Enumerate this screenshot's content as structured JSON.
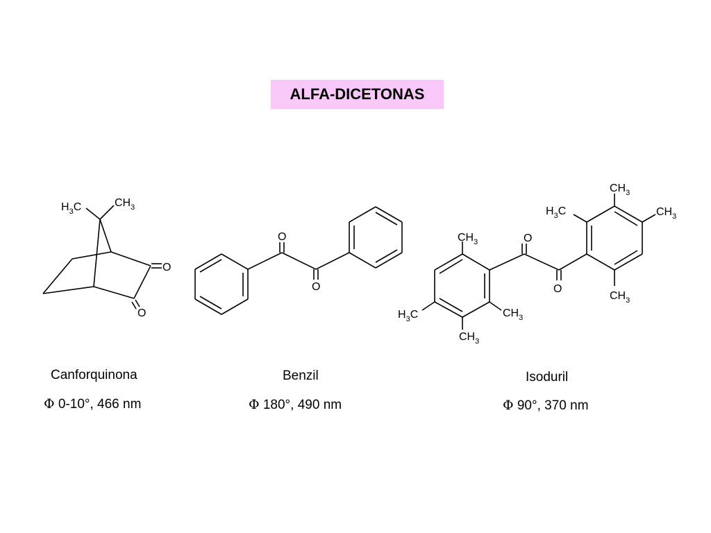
{
  "title": {
    "text": "ALFA-DICETONAS",
    "background": "#f8c8f8"
  },
  "atoms": {
    "O": "O",
    "C": "C",
    "CH": "CH",
    "H": "H",
    "sub": "3"
  },
  "compounds": [
    {
      "name": "Canforquinona",
      "symbol": "Φ",
      "props": "0-10°, 466 nm"
    },
    {
      "name": "Benzil",
      "symbol": "Φ",
      "props": "180°, 490 nm"
    },
    {
      "name": "Isoduril",
      "symbol": "Φ",
      "props": "90°, 370 nm"
    }
  ]
}
